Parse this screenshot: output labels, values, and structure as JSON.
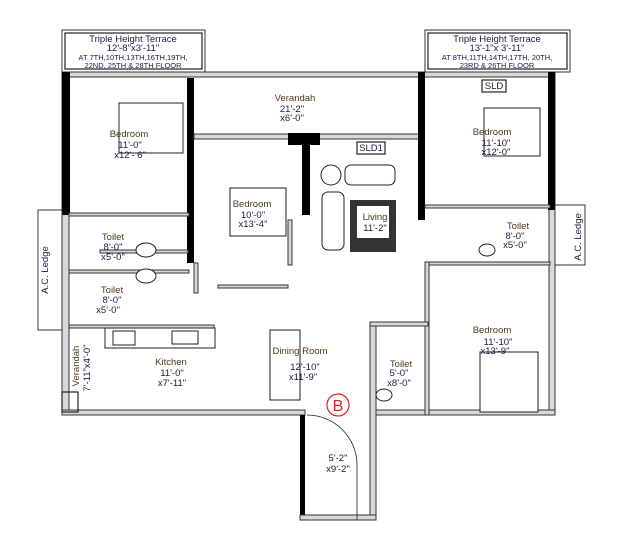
{
  "plan_marker": {
    "label": "B",
    "color": "#e02020"
  },
  "terraces": [
    {
      "title": "Triple Height Terrace",
      "size": "12'-8\"x3'-11\"",
      "floors_1": "AT 7TH,10TH,13TH,16TH,19TH,",
      "floors_2": "22ND, 25TH & 28TH FLOOR"
    },
    {
      "title": "Triple Height Terrace",
      "size": "13'-1\"x 3'-11\"",
      "floors_1": "AT 8TH,11TH,14TH,17TH, 20TH,",
      "floors_2": "23RD & 26TH FLOOR"
    }
  ],
  "rooms": {
    "bedroom_left": {
      "name": "Bedroom",
      "dim1": "11'-0\"",
      "dim2": "x12'- 6\""
    },
    "verandah_top": {
      "name": "Verandah",
      "dim1": "21'-2\"",
      "dim2": "x6'-0\""
    },
    "bedroom_middle": {
      "name": "Bedroom",
      "dim1": "10'-0\"",
      "dim2": "x13'-4\""
    },
    "living": {
      "name": "Living",
      "dim1": "11'-2\""
    },
    "bedroom_right_top": {
      "name": "Bedroom",
      "dim1": "11'-10\"",
      "dim2": "x12'-0\""
    },
    "toilet_left_1": {
      "name": "Toilet",
      "dim1": "8'-0\"",
      "dim2": "x5'-0\""
    },
    "toilet_left_2": {
      "name": "Toilet",
      "dim1": "8'-0\"",
      "dim2": "x5'-0\""
    },
    "kitchen": {
      "name": "Kitchen",
      "dim1": "11'-0\"",
      "dim2": "x7'-11\""
    },
    "verandah_side": {
      "name": "Verandah",
      "dim1": "7'-11\"x4'-0\""
    },
    "dining": {
      "name": "Dining Room",
      "dim1": "12'-10\"",
      "dim2": "x11'-9\""
    },
    "toilet_right_top": {
      "name": "Toilet",
      "dim1": "8'-0\"",
      "dim2": "x5'-0\""
    },
    "bedroom_right_bottom": {
      "name": "Bedroom",
      "dim1": "11'-10\"",
      "dim2": "x13'-9\""
    },
    "toilet_bottom": {
      "name": "Toilet",
      "dim1": "5'-0\"",
      "dim2": "x8'-0\""
    },
    "foyer": {
      "dim1": "5'-2\"",
      "dim2": "x9'-2\""
    }
  },
  "ledges": {
    "left": "A.C. Ledge",
    "right": "A.C. Ledge"
  },
  "doors": {
    "sld1": "SLD1",
    "sld": "SLD"
  }
}
